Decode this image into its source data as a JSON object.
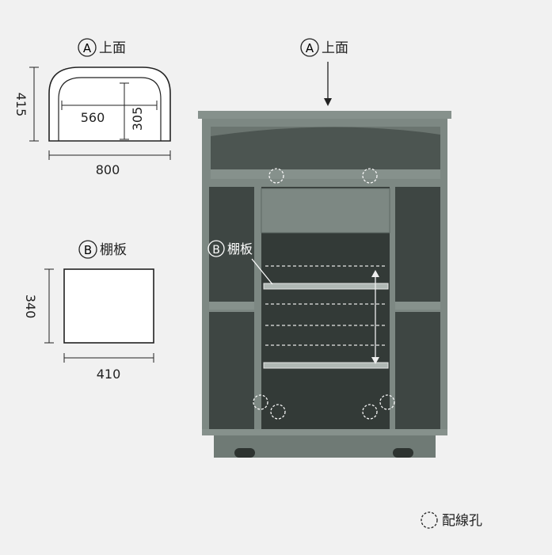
{
  "top_view": {
    "marker": "A",
    "title": "上面",
    "depth_label": "415",
    "width_label": "800",
    "inner_width_label": "560",
    "inner_depth_label": "305"
  },
  "shelf_view": {
    "marker": "B",
    "title": "棚板",
    "height_label": "340",
    "width_label": "410"
  },
  "cabinet": {
    "top_callout_marker": "A",
    "top_callout_title": "上面",
    "shelf_callout_marker": "B",
    "shelf_callout_title": "棚板"
  },
  "legend": {
    "wiring_hole_label": "配線孔"
  },
  "colors": {
    "background": "#f1f1f1",
    "cabinet": "#7a8580",
    "cabinet_dark": "#333a37",
    "line": "#222222"
  }
}
